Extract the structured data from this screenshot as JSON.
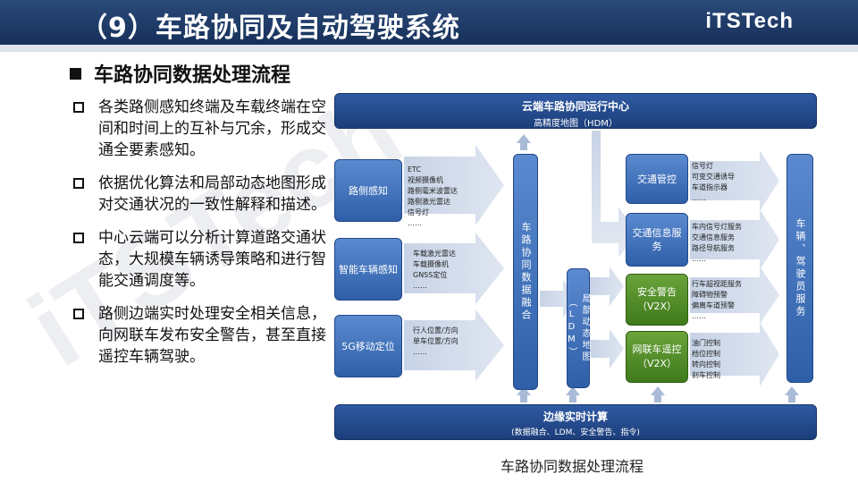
{
  "header": {
    "title": "（9）车路协同及自动驾驶系统",
    "brand": "iTSTech"
  },
  "watermark": "iTSTech",
  "section_title": "车路协同数据处理流程",
  "bullets": [
    "各类路侧感知终端及车载终端在空间和时间上的互补与冗余，形成交通全要素感知。",
    "依据优化算法和局部动态地图形成对交通状况的一致性解释和描述。",
    "中心云端可以分析计算道路交通状态，大规模车辆诱导策略和进行智能交通调度等。",
    "路侧边端实时处理安全相关信息，向网联车发布安全警告，甚至直接遥控车辆驾驶。"
  ],
  "diagram": {
    "cloud": {
      "title": "云端车路协同运行中心",
      "subtitle": "高精度地图（HDM）"
    },
    "edge": {
      "title": "边缘实时计算",
      "subtitle": "(数据融合、LDM、安全警告、指令)"
    },
    "inputs": [
      {
        "label": "路侧感知",
        "items": [
          "ETC",
          "视频摄像机",
          "路侧毫米波雷达",
          "路侧激光雷达",
          "信号灯",
          "……"
        ]
      },
      {
        "label": "智能车辆感知",
        "items": [
          "车载激光雷达",
          "车载摄像机",
          "GNSS定位",
          "……"
        ]
      },
      {
        "label": "5G移动定位",
        "items": [
          "行人位置/方向",
          "单车位置/方向",
          "……"
        ]
      }
    ],
    "fusion": "车路协同数据融合",
    "ldm": "局部动态地图（LDM）",
    "services": [
      {
        "label": "交通管控",
        "items": [
          "信号灯",
          "可变交通诱导",
          "车道指示器",
          "……"
        ],
        "color": "blue"
      },
      {
        "label": "交通信息服务",
        "items": [
          "车内信号灯服务",
          "交通信息服务",
          "路径导航服务",
          "……"
        ],
        "color": "blue"
      },
      {
        "label": "安全警告（V2X）",
        "items": [
          "行车超视距服务",
          "障碍物预警",
          "偏离车道预警",
          "……"
        ],
        "color": "green"
      },
      {
        "label": "网联车遥控（V2X）",
        "items": [
          "油门控制",
          "档位控制",
          "转向控制",
          "刹车控制"
        ],
        "color": "green"
      }
    ],
    "outputs": "车辆、驾驶员服务"
  },
  "caption": "车路协同数据处理流程"
}
